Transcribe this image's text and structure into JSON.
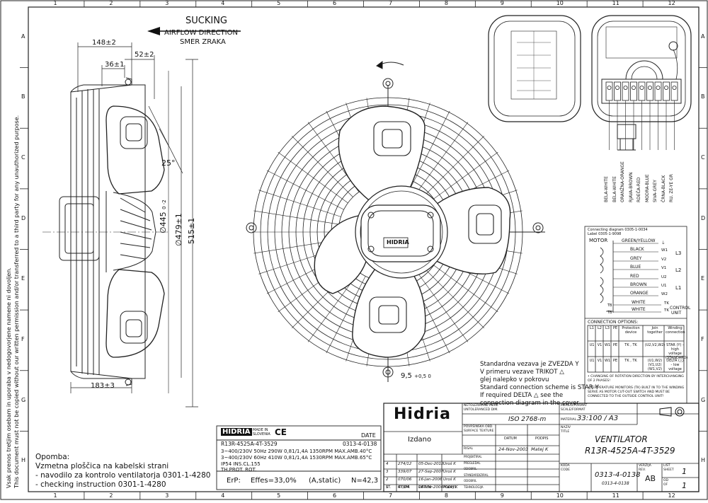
{
  "grid": {
    "columns": [
      "1",
      "2",
      "3",
      "4",
      "5",
      "6",
      "7",
      "8",
      "9",
      "10",
      "11",
      "12"
    ],
    "rows": [
      "A",
      "B",
      "C",
      "D",
      "E",
      "F",
      "G",
      "H"
    ]
  },
  "airflow": {
    "title": "SUCKING",
    "line1": "AIRFLOW DIRECTION",
    "line2": "SMER ZRAKA"
  },
  "dimensions": {
    "d148": "148±2",
    "d52": "52±2",
    "d36": "36±1",
    "angle": "25°",
    "d445": "∅445",
    "d445_tol": "0 -2",
    "d479": "∅479±1",
    "d515": "515±1",
    "d183": "183±3",
    "hole": "9,5",
    "hole_tol": "+0,5 0"
  },
  "side_text": {
    "line1": "Vsak prenos tretjim osebam in uporaba v nedogovorjene namene ni dovoljen.",
    "line2": "This document must not be copied without our written permission and/or transferred to a third party for any unauthorized purpose."
  },
  "wire_labels": [
    "BELA-WHITE",
    "BELA-WHITE",
    "ORANŽNA-ORANGE",
    "RJAVA-BROWN",
    "RDEČA-RED",
    "MODRA-BLUE",
    "SIVA-GREY",
    "ČRNA-BLACK",
    "RU. ZE-YE GR"
  ],
  "connection_diagram": {
    "header1": "Connecting diagram 0305-1-0034",
    "header2": "Label 0305-1-9098",
    "motor": "MOTOR",
    "wires": [
      "GREEN/YELLOW",
      "BLACK",
      "GREY",
      "BLUE",
      "RED",
      "BROWN",
      "ORANGE",
      "WHITE",
      "WHITE"
    ],
    "terminals": [
      "⏚",
      "W1",
      "V2",
      "V1",
      "U2",
      "U1",
      "W2",
      "TK",
      "TK"
    ],
    "lines": [
      "L3",
      "L2",
      "L1"
    ],
    "control": "CONTROL",
    "unit": "UNIT",
    "tb": "TB",
    "options_title": "CONNECTION OPTIONS:",
    "table_head": [
      "L1",
      "L2",
      "L3",
      "PE",
      "Protection device",
      "Join together",
      "Winding connection"
    ],
    "row1": [
      "U1",
      "V1",
      "W1",
      "PE",
      "TK , TK",
      "(U2,V2,W2)",
      "STAR (Y) - high voltage (STANDARD)"
    ],
    "row2": [
      "U1",
      "V1",
      "W1",
      "PE",
      "TK , TK",
      "(U1,W2) (V1,U2) (W1,V2)",
      "DELTA (△) - low voltage"
    ],
    "note1": "• CHANGING OF ROTATION DIRECTION BY INTERCHANGING OF 2 PHASES!",
    "note2": "• TEMPERATURE MONITORS (TK) BUILT IN TO THE WINDING SERVE AS MOTOR CUT-OUT SWITCH AND MUST BE CONNECTED TO THE OUTSIDE CONTROL UNIT!"
  },
  "connection_note": {
    "l1": "Standardna vezava je ZVEZDA Y",
    "l2": "V primeru vezave TRIKOT △",
    "l3": "glej nalepko v pokrovu",
    "l4": "Standard connection scheme is STAR Y",
    "l5": "If required DELTA △ see the",
    "l6": "connection diagram in the cover"
  },
  "nameplate": {
    "logo": "HIDRIA",
    "made_in": "MADE IN SLOVENIA",
    "ce": "CE",
    "date": "DATE",
    "model": "R13R-4525A-4T-3529",
    "code": "0313-4-0138",
    "line1": "3~400/230V 50Hz 290W 0,81/1,4A 1350RPM MAX.AMB.40°C",
    "line2": "3~400/230V 60Hz 410W 0,81/1,4A 1530RPM MAX.AMB.65°C",
    "line3": "IP54 INS.CL.155",
    "line4": "TH.PROT. ROT.",
    "erp_label": "ErP:",
    "effes": "Effes=33,0%",
    "static": "(A,static)",
    "n": "N=42,3"
  },
  "opomba": {
    "title": "Opomba:",
    "l1": "Vzmetna ploščica na kabelski strani",
    "l2": "- navodilo za kontrolo ventilatorja 0301-1-4280",
    "l3": "- checking instruction 0301-1-4280"
  },
  "fan_label": "HIDRIA",
  "title_block": {
    "logo": "Hidria",
    "izdano": "Izdano",
    "tol_label1": "NETOLERIRANE MERE",
    "tol_label2": "UNTOLERANCED DIM.",
    "tol_value": "ISO 2768-m",
    "scale_label1": "MERILO/FORMAT",
    "scale_label2": "SCALE/FORMAT",
    "scale_value": "33:100 / A3",
    "surface1": "POVRŠINSKA OBD.",
    "surface2": "SURFACE TEXTURE",
    "material": "MATERIAL",
    "datum": "DATUM",
    "podpis": "PODPIS",
    "drawn_label": "RISAL",
    "drawn_date": "24-Nov-2003",
    "drawn_sign": "Matej K",
    "naziv1": "NAZIV",
    "naziv2": "TITLE",
    "title1": "VENTILATOR",
    "title2": "R13R-4525A-4T-3529",
    "koda1": "KODA",
    "koda2": "CODE",
    "code": "0313-4-0138",
    "code_sub": "0313-4-0138",
    "rev1": "VERZIJA",
    "rev2": "REV.",
    "rev": "AB",
    "list1": "LIST",
    "list2": "SHEET",
    "sheet": "1",
    "of1": "OD",
    "of2": "OF",
    "of": "1",
    "rev_rows": [
      [
        "4",
        "274/12",
        "05-Dec-2012",
        "Uroš K"
      ],
      [
        "3",
        "339/07",
        "27-Sep-2007",
        "Uroš K"
      ],
      [
        "2",
        "070/06",
        "16-Jan-2006",
        "Uroš K"
      ],
      [
        "1",
        "47/04",
        "18-Mar-2004",
        "Matej K"
      ]
    ],
    "rev_head": [
      "ST.",
      "ST.SPR",
      "DATUM",
      "PODPIS"
    ],
    "side_labels": [
      "PROJEKTIRAL",
      "PREGLEDAL",
      "ODOBRIL",
      "STANDARDIZIRAL",
      "ODOBRIL",
      "TEHNOLOGIJA"
    ]
  }
}
